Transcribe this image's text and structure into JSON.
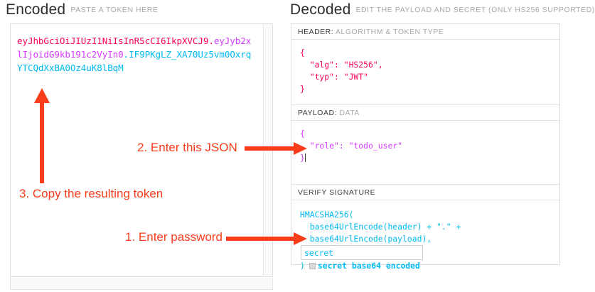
{
  "encoded": {
    "title": "Encoded",
    "subtitle": "PASTE A TOKEN HERE",
    "token": {
      "header_part": "eyJhbGciOiJIUzI1NiIsInR5cCI6IkpXVCJ9",
      "dot1": ".",
      "payload_part": "eyJyb2xlIjoidG9kb191c2VyIn0",
      "dot2": ".",
      "signature_part": "IF9PKgLZ_XA70Uz5vm0OxrqYTCQdXxBA0Oz4uK8lBqM"
    }
  },
  "decoded": {
    "title": "Decoded",
    "subtitle": "EDIT THE PAYLOAD AND SECRET (ONLY HS256 SUPPORTED)",
    "sections": {
      "header": {
        "label_strong": "HEADER:",
        "label_rest": " ALGORITHM & TOKEN TYPE",
        "body": "{\n  \"alg\": \"HS256\",\n  \"typ\": \"JWT\"\n}"
      },
      "payload": {
        "label_strong": "PAYLOAD:",
        "label_rest": " DATA",
        "body": "{\n  \"role\": \"todo_user\"\n}"
      },
      "signature": {
        "label_strong": "VERIFY SIGNATURE",
        "label_rest": "",
        "line1": "HMACSHA256(",
        "line2": "  base64UrlEncode(header) + \".\" +",
        "line3": "  base64UrlEncode(payload),",
        "secret_value": "secret",
        "close_paren": ")",
        "checkbox_label": "secret base64 encoded"
      }
    }
  },
  "annotations": {
    "step1": "1. Enter password",
    "step2": "2. Enter this JSON",
    "step3": "3. Copy the resulting token"
  },
  "colors": {
    "header_segment": "#fb015b",
    "payload_segment": "#d63aff",
    "signature_segment": "#00b9f1",
    "annotation": "#f93d1b"
  }
}
